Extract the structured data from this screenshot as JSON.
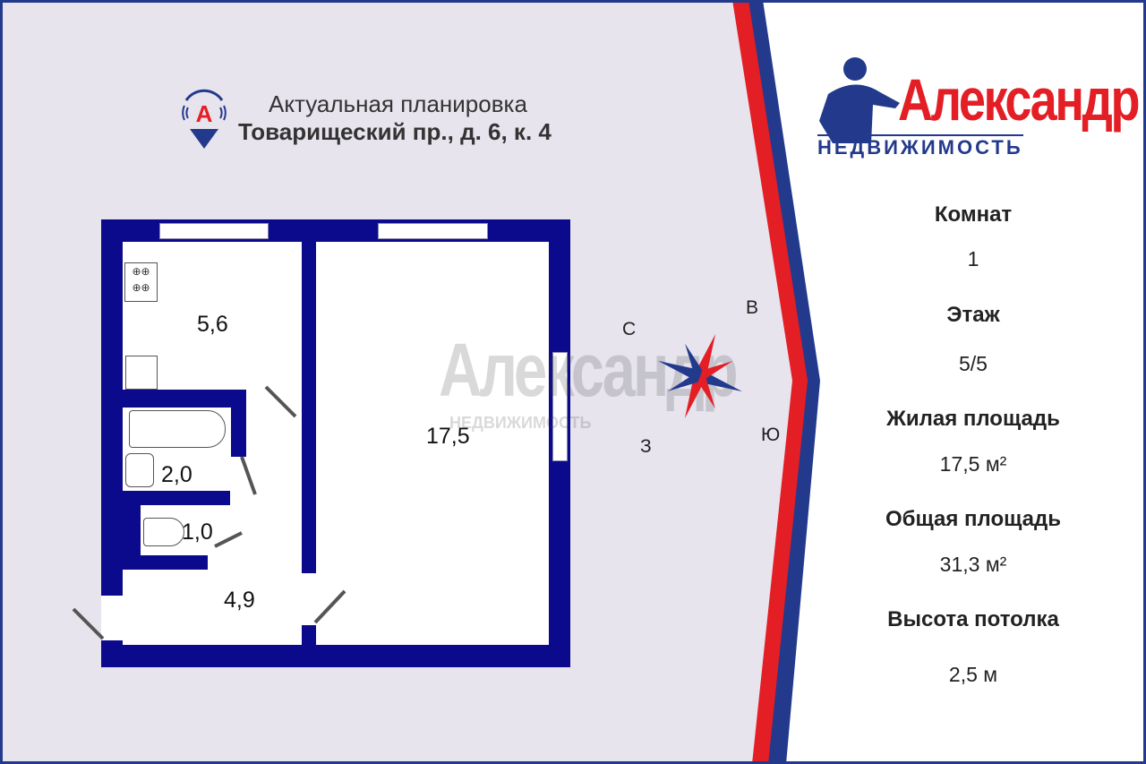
{
  "header": {
    "title": "Актуальная планировка",
    "address": "Товарищеский пр., д. 6, к. 4",
    "pin_letter": "А"
  },
  "logo": {
    "name": "Александр",
    "subtitle": "НЕДВИЖИМОСТЬ"
  },
  "watermark": {
    "name": "Александр",
    "subtitle": "НЕДВИЖИМОСТЬ"
  },
  "rooms": {
    "kitchen": "5,6",
    "living": "17,5",
    "bathroom": "2,0",
    "toilet": "1,0",
    "hallway": "4,9"
  },
  "compass": {
    "north": "С",
    "east": "В",
    "west": "З",
    "south": "Ю"
  },
  "info": [
    {
      "label": "Комнат",
      "value": "1"
    },
    {
      "label": "Этаж",
      "value": "5/5"
    },
    {
      "label": "Жилая площадь",
      "value": "17,5 м²"
    },
    {
      "label": "Общая площадь",
      "value": "31,3 м²"
    },
    {
      "label": "Высота потолка",
      "value": "2,5 м"
    }
  ],
  "colors": {
    "wall": "#0c0a8c",
    "red": "#e31e25",
    "blue": "#233a8c",
    "bg": "#e7e4ee"
  }
}
